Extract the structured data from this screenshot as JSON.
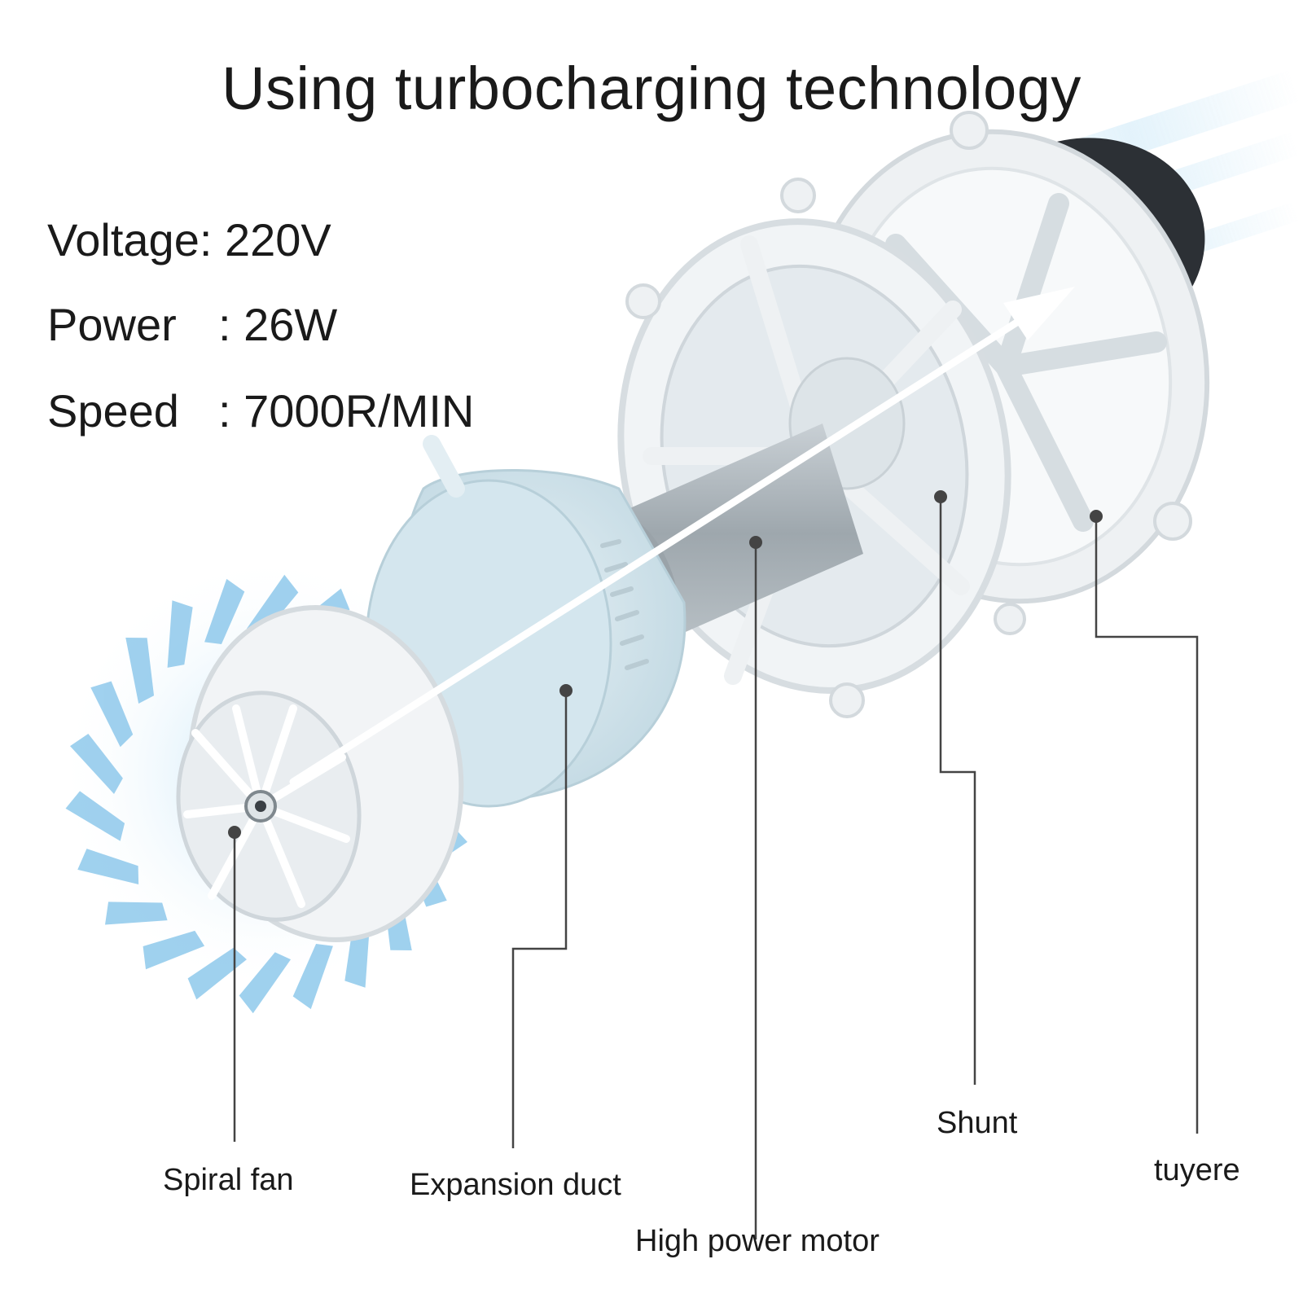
{
  "title": "Using turbocharging technology",
  "specs": [
    {
      "label": "Voltage",
      "separator": ": ",
      "value": "220V"
    },
    {
      "label": "Power",
      "separator": ": ",
      "value": "26W"
    },
    {
      "label": "Speed",
      "separator": ": ",
      "value": "7000R/MIN"
    }
  ],
  "parts": [
    {
      "name": "Spiral fan"
    },
    {
      "name": "Expansion duct"
    },
    {
      "name": "High power motor"
    },
    {
      "name": "Shunt"
    },
    {
      "name": "tuyere"
    }
  ],
  "colors": {
    "airflow_blue": "#8fc9ec",
    "housing_white": "#eef1f3",
    "duct_tint": "#cfe3ec",
    "motor_gray": "#aab2b8",
    "rear_cap": "#2c3035",
    "leader_line": "#444444",
    "text": "#1a1a1a"
  }
}
